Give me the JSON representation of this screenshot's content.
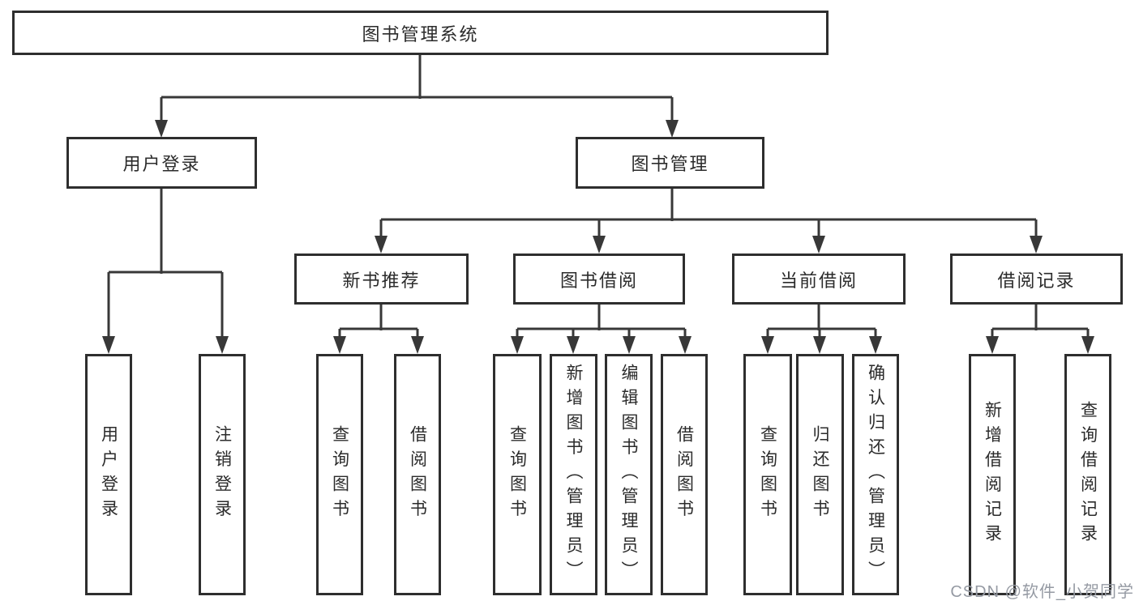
{
  "diagram": {
    "root": {
      "label": "图书管理系统"
    },
    "level2": [
      {
        "label": "用户登录"
      },
      {
        "label": "图书管理"
      }
    ],
    "level3": [
      {
        "label": "新书推荐"
      },
      {
        "label": "图书借阅"
      },
      {
        "label": "当前借阅"
      },
      {
        "label": "借阅记录"
      }
    ],
    "leaves": {
      "login": [
        {
          "label": "用户登录"
        },
        {
          "label": "注销登录"
        }
      ],
      "recommend": [
        {
          "label": "查询图书"
        },
        {
          "label": "借阅图书"
        }
      ],
      "borrow": [
        {
          "label": "查询图书"
        },
        {
          "label": "新增图书（管理员）"
        },
        {
          "label": "编辑图书（管理员）"
        },
        {
          "label": "借阅图书"
        }
      ],
      "current": [
        {
          "label": "查询图书"
        },
        {
          "label": "归还图书"
        },
        {
          "label": "确认归还（管理员）"
        }
      ],
      "records": [
        {
          "label": "新增借阅记录"
        },
        {
          "label": "查询借阅记录"
        }
      ]
    },
    "colors": {
      "line": "#383838",
      "box_border": "#2e2e2e",
      "box_fill": "#ffffff",
      "text": "#2b2b2b"
    }
  },
  "watermark": {
    "text": "CSDN @软件_小贺同学",
    "color": "#959aa3"
  }
}
